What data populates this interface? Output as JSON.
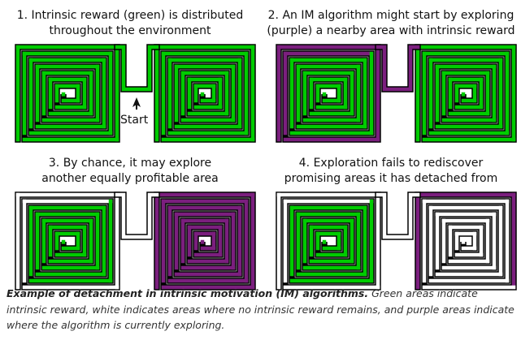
{
  "panels": [
    {
      "title_line1": "1. Intrinsic reward (green) is distributed",
      "title_line2": "throughout the environment"
    },
    {
      "title_line1": "2. An IM algorithm might start by exploring",
      "title_line2": "(purple) a nearby area with intrinsic reward"
    },
    {
      "title_line1": "3. By chance, it may explore",
      "title_line2": "another equally profitable area"
    },
    {
      "title_line1": "4. Exploration fails to rediscover",
      "title_line2": "promising areas it has detached from"
    }
  ],
  "start_label": "Start",
  "caption": {
    "bold": "Example of detachment in intrinsic motivation (IM) algorithms.",
    "rest": " Green areas indicate intrinsic reward, white indicates areas where no intrinsic reward remains, and purple areas indicate where the algorithm is currently exploring."
  },
  "colors": {
    "reward": "#00cc00",
    "explored": "#ffffff",
    "exploring": "#7b1f7e",
    "wall": "#000000"
  }
}
